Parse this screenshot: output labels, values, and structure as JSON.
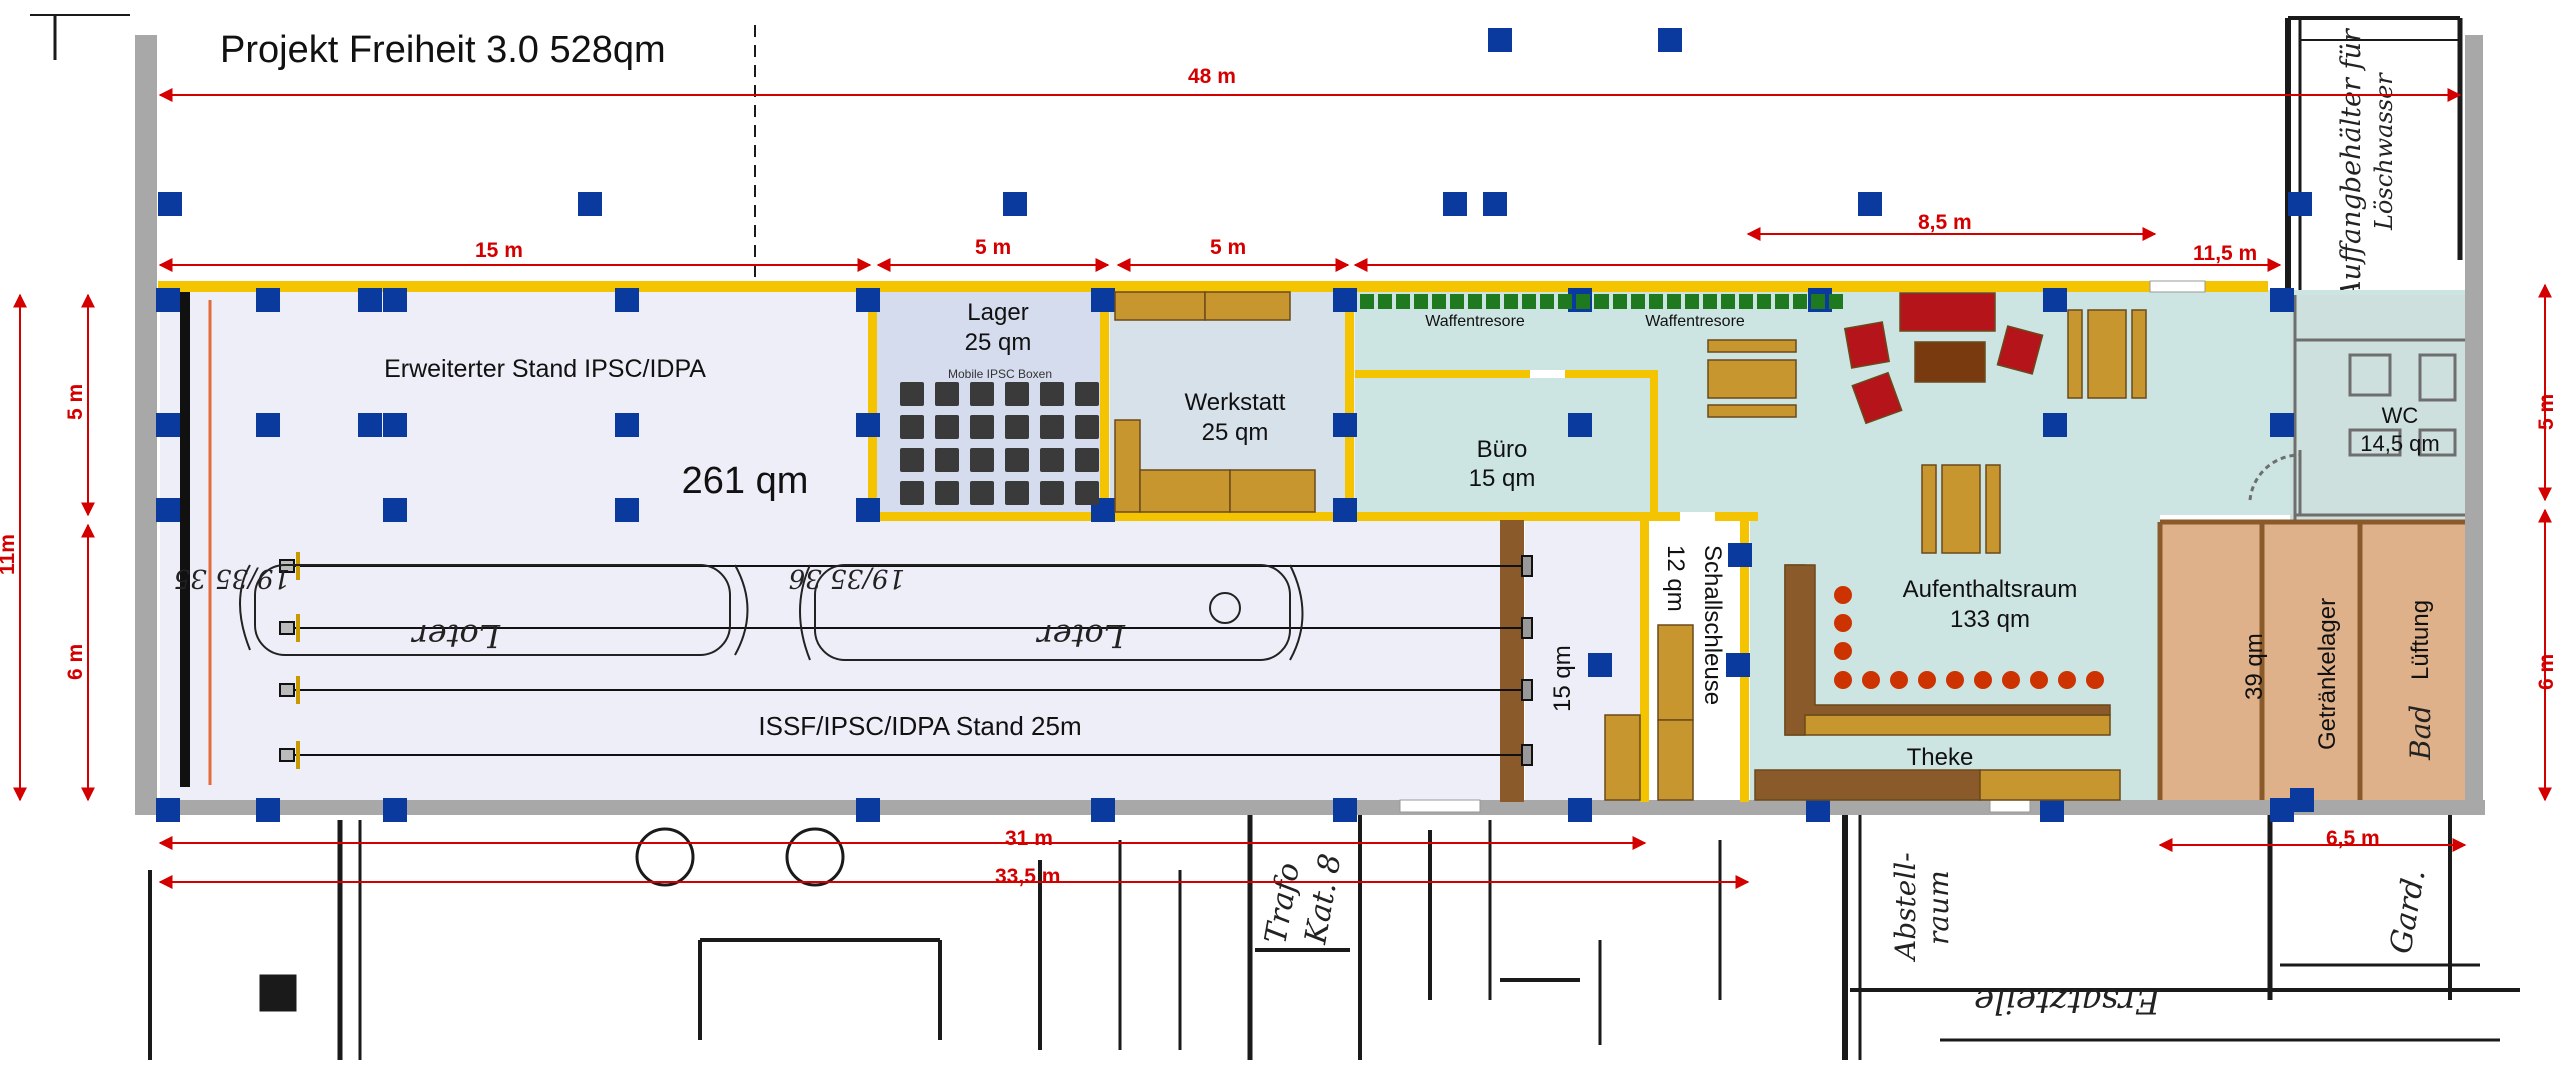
{
  "title": "Projekt Freiheit 3.0  528qm",
  "dimensions": {
    "total_width": "48 m",
    "top_15": "15 m",
    "top_5a": "5 m",
    "top_5b": "5 m",
    "top_85": "8,5 m",
    "top_115": "11,5 m",
    "bottom_31": "31 m",
    "bottom_335": "33,5 m",
    "bottom_65": "6,5 m",
    "left_11": "11m",
    "left_5": "5 m",
    "left_6": "6 m",
    "right_5": "5 m",
    "right_6": "6 m"
  },
  "rooms": {
    "stand_extended": "Erweiterter Stand IPSC/IDPA",
    "stand_area": "261 qm",
    "lager_name": "Lager",
    "lager_area": "25 qm",
    "lager_note": "Mobile IPSC Boxen",
    "werkstatt_name": "Werkstatt",
    "werkstatt_area": "25 qm",
    "buero_name": "Büro",
    "buero_area": "15 qm",
    "waffentresore_1": "Waffentresore",
    "waffentresore_2": "Waffentresore",
    "aufenthalt_name": "Aufenthaltsraum",
    "aufenthalt_area": "133 qm",
    "wc_name": "WC",
    "wc_area": "14,5 qm",
    "stand_25m": "ISSF/IPSC/IDPA Stand 25m",
    "small_room_area": "15 qm",
    "schallschleuse_area": "12 qm",
    "schallschleuse_name": "Schallschleuse",
    "theke": "Theke",
    "getraenke_area": "39 qm",
    "getraenke_name": "Getränkelager",
    "lueftung": "Lüftung"
  },
  "background_labels": {
    "behaelter_1": "Auffangbehälter für",
    "behaelter_2": "Löschwasser",
    "trafo_1": "Trafo",
    "trafo_2": "Kat. 8",
    "abstell_1": "Abstell-",
    "abstell_2": "raum",
    "gard": "Gard.",
    "ersatzteile": "Ersatzteile",
    "bad": "Bad",
    "loter_1": "Loter",
    "loter_2": "Loter",
    "tank_num_1": "19/35 35",
    "tank_num_2": "19/35 36"
  },
  "colors": {
    "dimension": "#d40000",
    "wall": "#f5c400",
    "column": "#0a3a9e",
    "range": "#eeeef9",
    "lounge": "#cde5e2",
    "storage_warm": "#dfb18a",
    "storage_blue": "#d5dcee",
    "furniture": "#c8962e",
    "counter": "#8a5a2b",
    "sofa": "#b5141b"
  }
}
